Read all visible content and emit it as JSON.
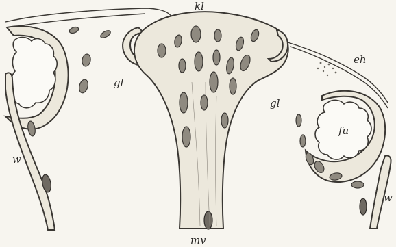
{
  "labels": {
    "kl": "kl",
    "gl_left": "gl",
    "gl_right": "gl",
    "eh": "eh",
    "fu": "fu",
    "w_left": "w",
    "w_right": "w",
    "mv": "mv"
  }
}
